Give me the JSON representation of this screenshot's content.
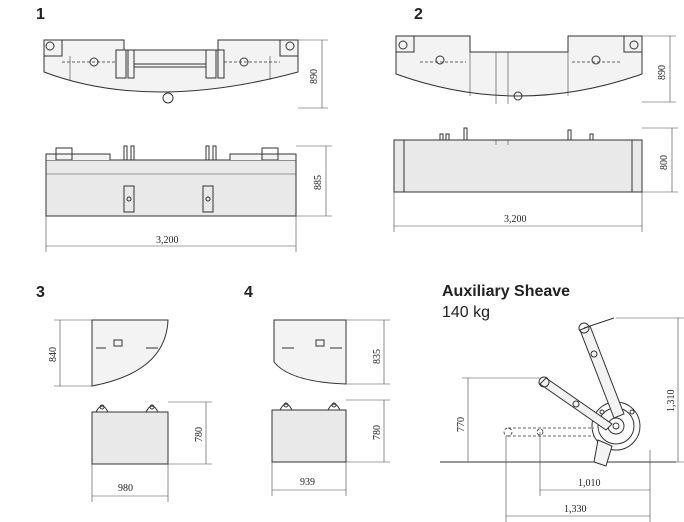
{
  "figures": [
    {
      "number": "1",
      "dims": {
        "top_height": "890",
        "side_height": "885",
        "length": "3,200"
      }
    },
    {
      "number": "2",
      "dims": {
        "top_height": "890",
        "side_height": "800",
        "length": "3,200"
      }
    },
    {
      "number": "3",
      "dims": {
        "top_height": "840",
        "front_height": "780",
        "width": "980"
      }
    },
    {
      "number": "4",
      "dims": {
        "top_height": "835",
        "front_height": "780",
        "width": "939"
      }
    }
  ],
  "sheave": {
    "title": "Auxiliary Sheave",
    "weight": "140 kg",
    "dims": {
      "height_total": "1,310",
      "height_arm": "770",
      "reach_short": "1,010",
      "reach_long": "1,330"
    }
  }
}
